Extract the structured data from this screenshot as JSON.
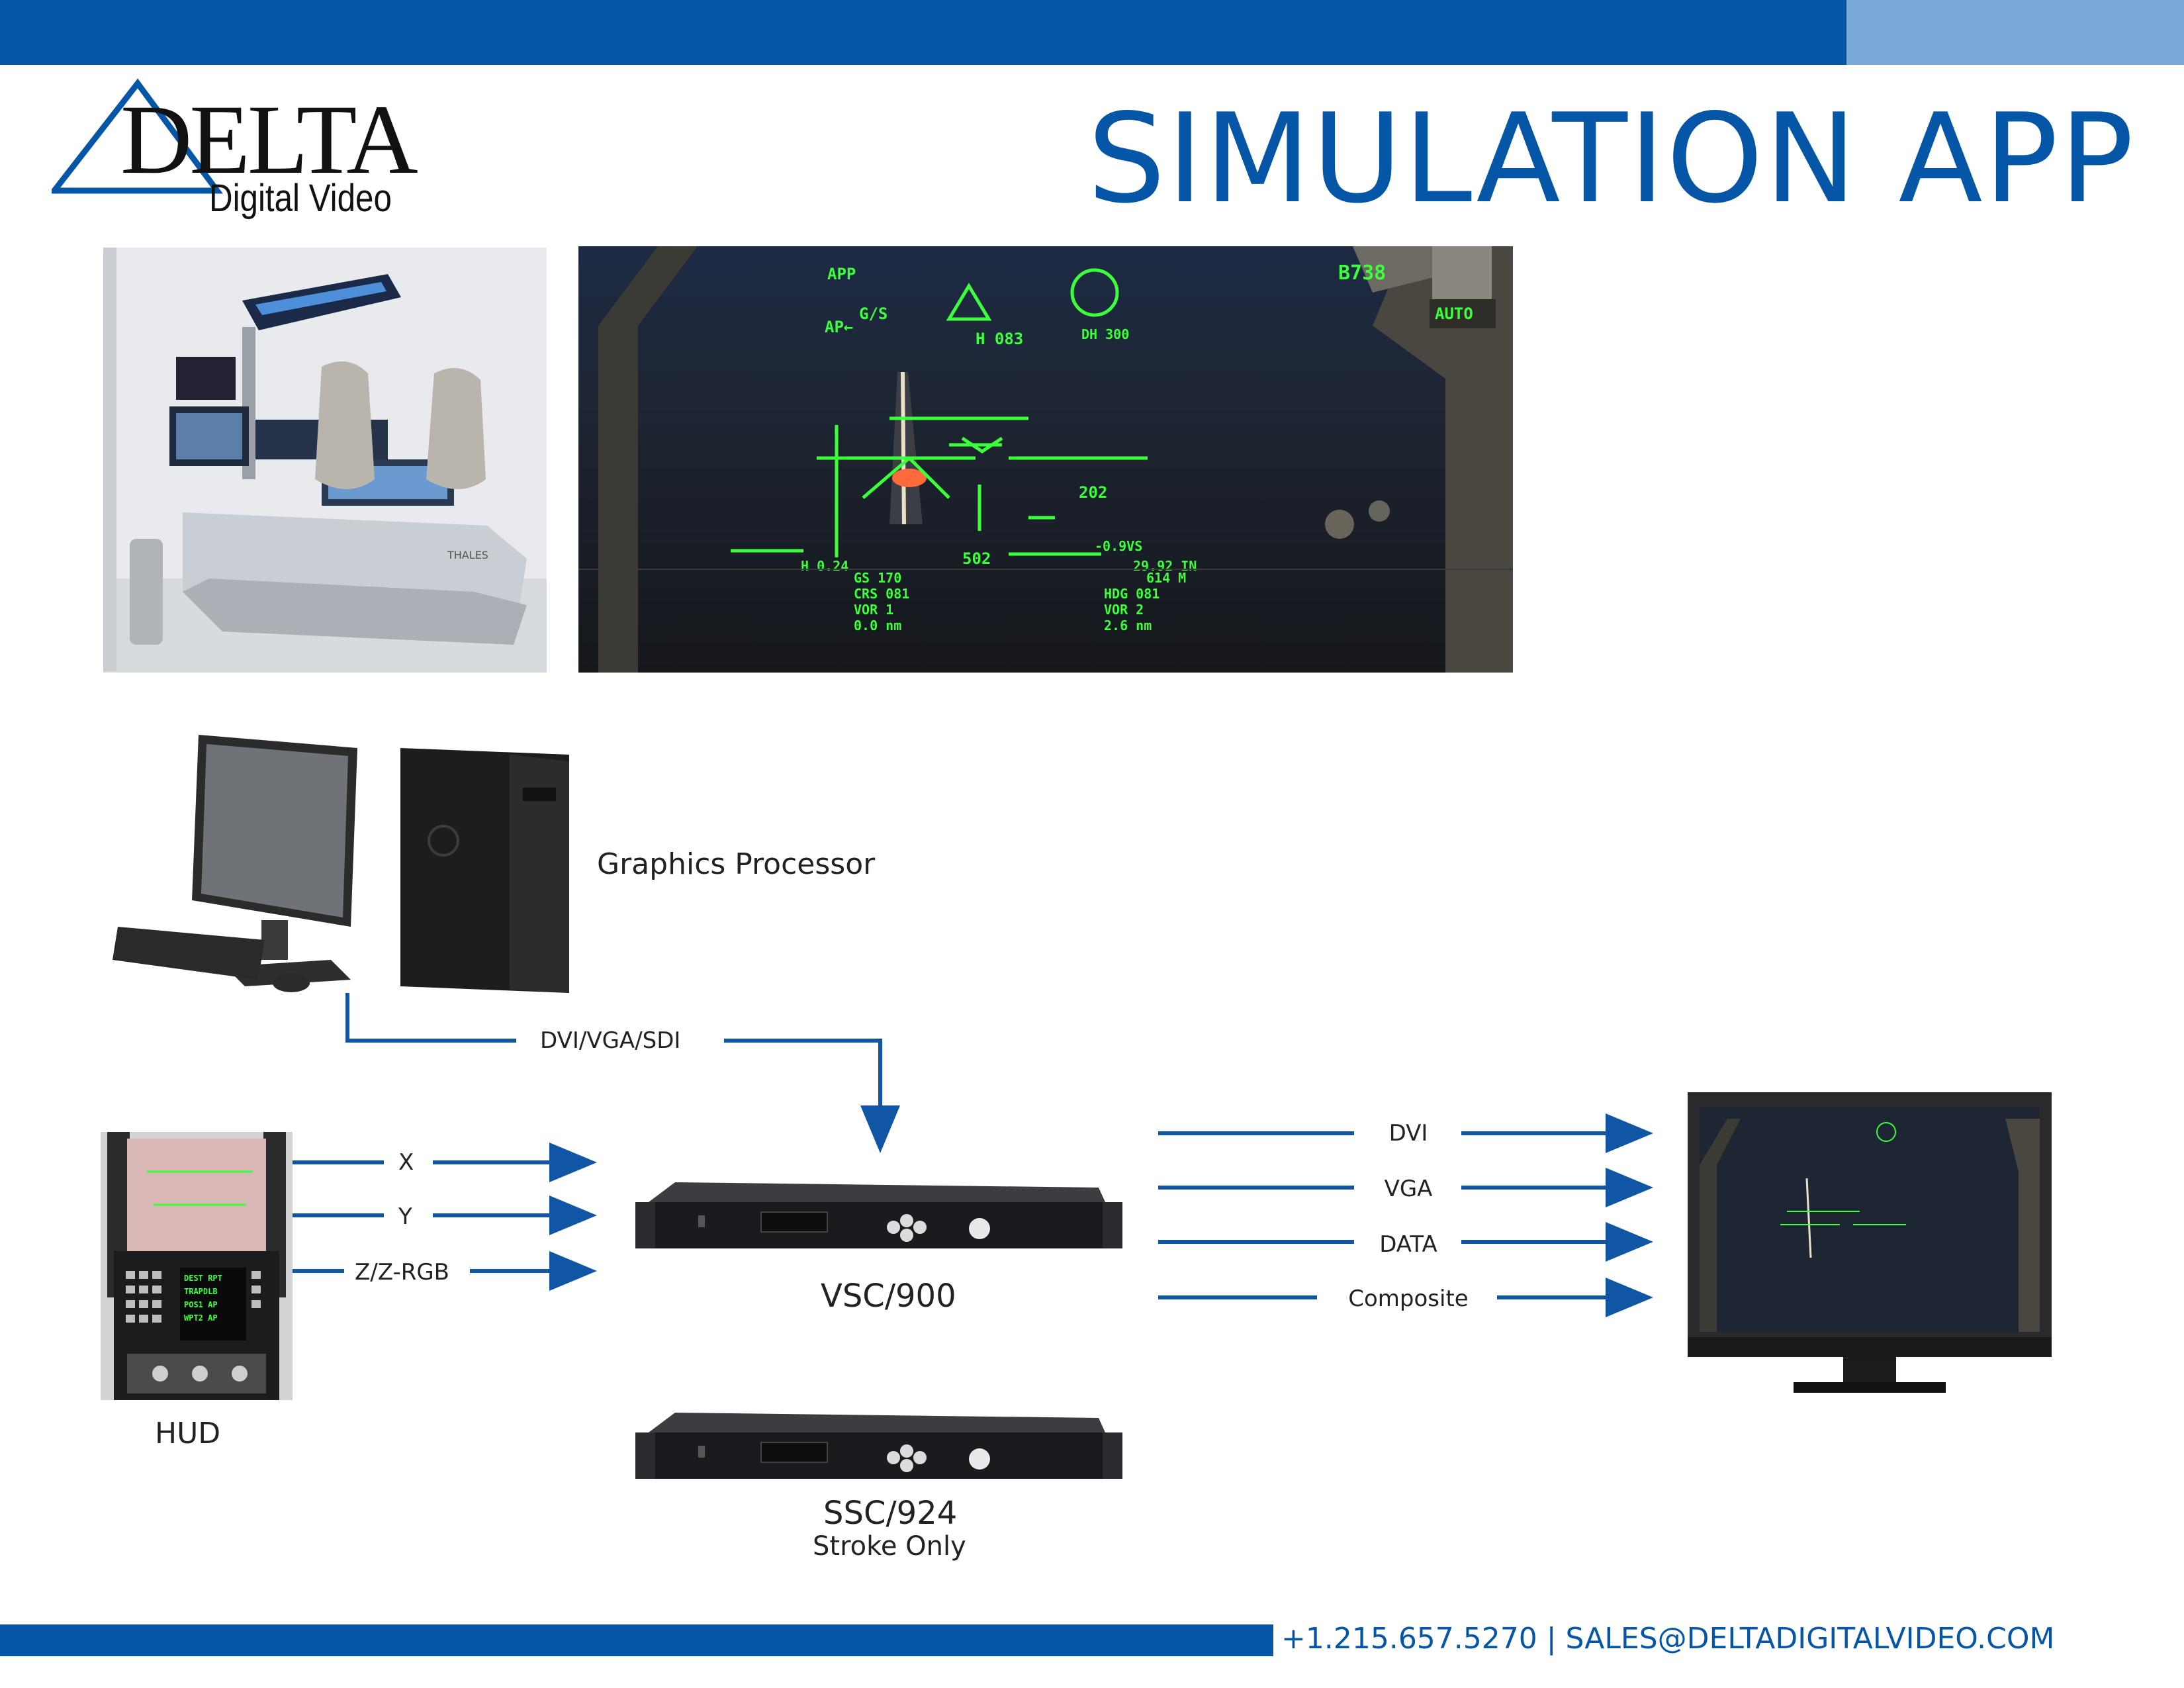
{
  "header": {
    "title": "SIMULATION APP",
    "colors": {
      "primary_blue": "#0656a8",
      "light_blue": "#7aa8d6",
      "arrow_blue": "#1155a5"
    }
  },
  "logo": {
    "wordmark": "DELTA",
    "subtitle": "Digital Video"
  },
  "images": {
    "simulator_cockpit": "simulator-cockpit-photo",
    "hud_view": "hud-approach-view",
    "hud_readouts": {
      "app": "APP",
      "gs": "G/S",
      "ap": "AP←",
      "aircraft": "B738",
      "heading": "H 083",
      "dh": "DH 300",
      "auto": "AUTO",
      "speed": "502",
      "alt": "202",
      "vs": "-0.9VS",
      "baro": "29.92 IN",
      "baro2": "614 M",
      "left_block": [
        "H 0.24",
        "GS 170",
        "CRS 081",
        "VOR 1",
        "0.0 nm"
      ],
      "right_block": [
        "HDG 081",
        "VOR 2",
        "2.6 nm"
      ]
    }
  },
  "diagram": {
    "graphics_processor_label": "Graphics Processor",
    "dvi_vga_sdi_label": "DVI/VGA/SDI",
    "hud_label": "HUD",
    "inputs": [
      "X",
      "Y",
      "Z/Z-RGB"
    ],
    "vsc_label": "VSC/900",
    "ssc_label": "SSC/924",
    "ssc_sublabel": "Stroke Only",
    "outputs": [
      "DVI",
      "VGA",
      "DATA",
      "Composite"
    ]
  },
  "footer": {
    "contact": "+1.215.657.5270 | SALES@DELTADIGITALVIDEO.COM"
  }
}
